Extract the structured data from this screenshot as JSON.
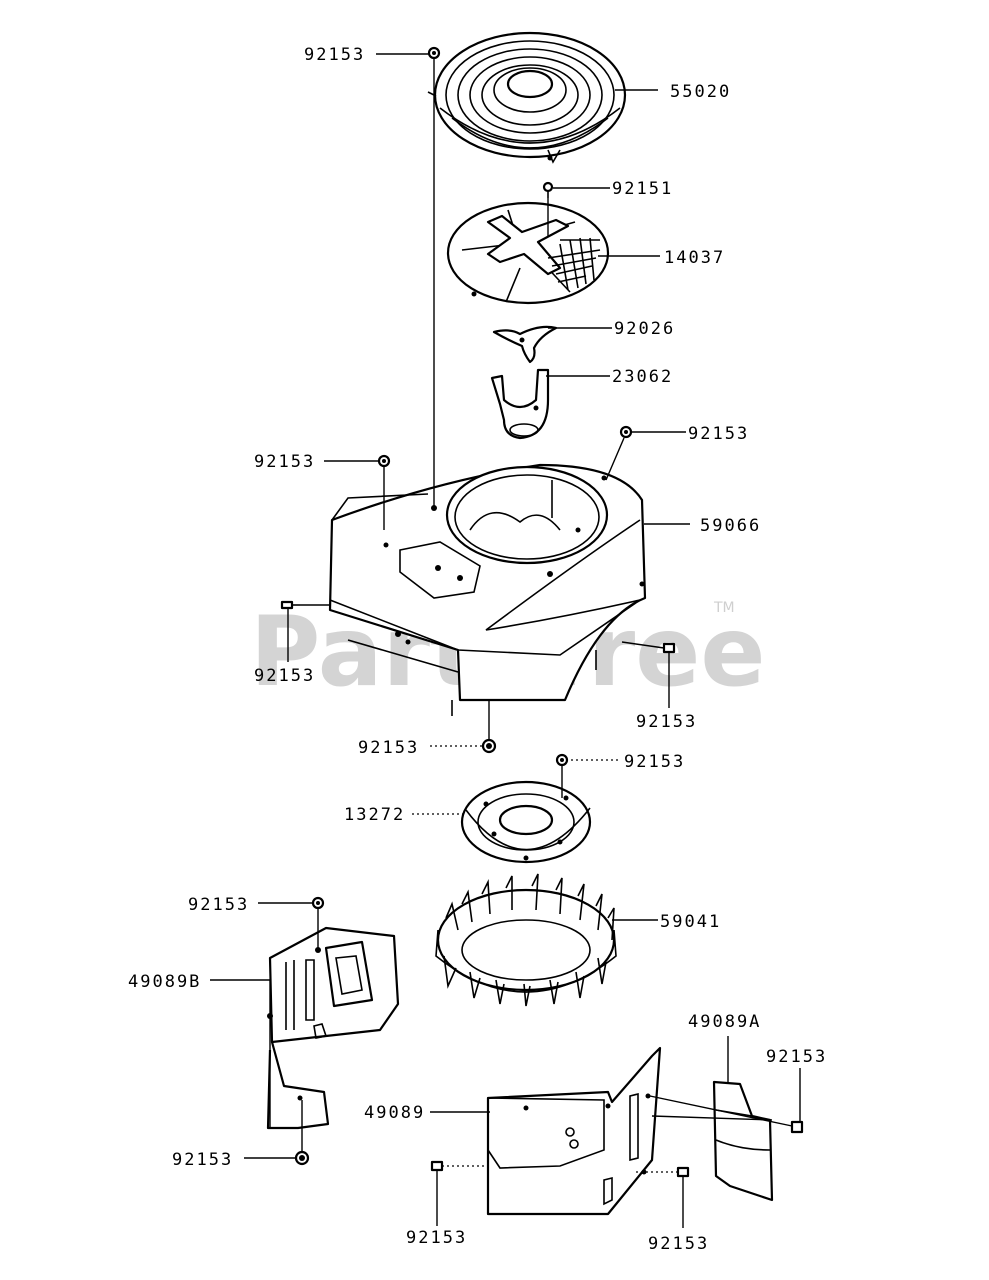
{
  "watermark": {
    "text": "PartsTree",
    "trademark": "TM"
  },
  "callouts": {
    "bolt_top_left": "92153",
    "screen_55020": "55020",
    "bolt_92151": "92151",
    "fan_cover_14037": "14037",
    "plate_92026": "92026",
    "bracket_23062": "23062",
    "bolt_top_right": "92153",
    "bolt_housing_left": "92153",
    "housing_59066": "59066",
    "bolt_housing_side": "92153",
    "bolt_housing_right": "92153",
    "bolt_housing_bottom": "92153",
    "bolt_plate_right": "92153",
    "plate_13272": "13272",
    "bolt_shroud_b_top": "92153",
    "fan_59041": "59041",
    "shroud_49089B": "49089B",
    "shroud_49089A": "49089A",
    "bolt_49089A": "92153",
    "shroud_49089": "49089",
    "bolt_shroud_b_bottom": "92153",
    "bolt_49089_left": "92153",
    "bolt_49089_right": "92153"
  }
}
